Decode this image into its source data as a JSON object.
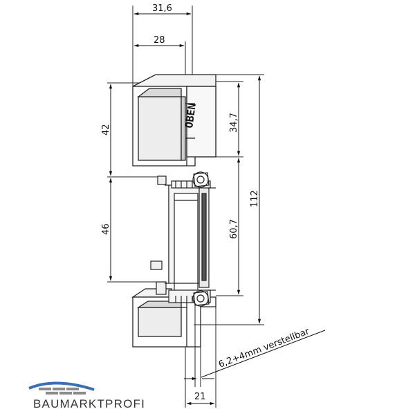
{
  "dimensions": {
    "width_outer": "31,6",
    "width_inner": "28",
    "height_top": "42",
    "height_mid": "46",
    "height_right_top": "34,7",
    "height_right_mid": "60,7",
    "height_total": "112",
    "depth": "21",
    "adjustable": "6,2+4mm verstellbar"
  },
  "label": "OBEN",
  "brand": {
    "name": "BAUMARKTPROFI",
    "colors": {
      "roof": "#3a6fb0",
      "bricks": "#8a8a8a"
    }
  }
}
